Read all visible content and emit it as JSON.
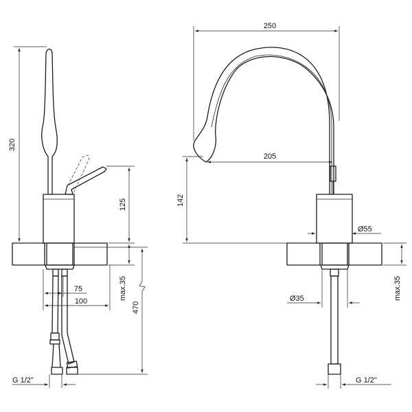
{
  "colors": {
    "line": "#1a1a1a",
    "background": "#ffffff"
  },
  "side_view": {
    "height_total": "320",
    "body_height": "125",
    "offset_inner": "75",
    "offset_outer": "100",
    "max_deck": "max.35",
    "hose_length": "470",
    "thread": "G 1/2\""
  },
  "front_view": {
    "spout_width": "250",
    "spout_reach": "205",
    "spout_height": "142",
    "body_diameter": "Ø55",
    "hole_diameter": "Ø35",
    "max_deck": "max.35",
    "thread": "G 1/2\""
  }
}
